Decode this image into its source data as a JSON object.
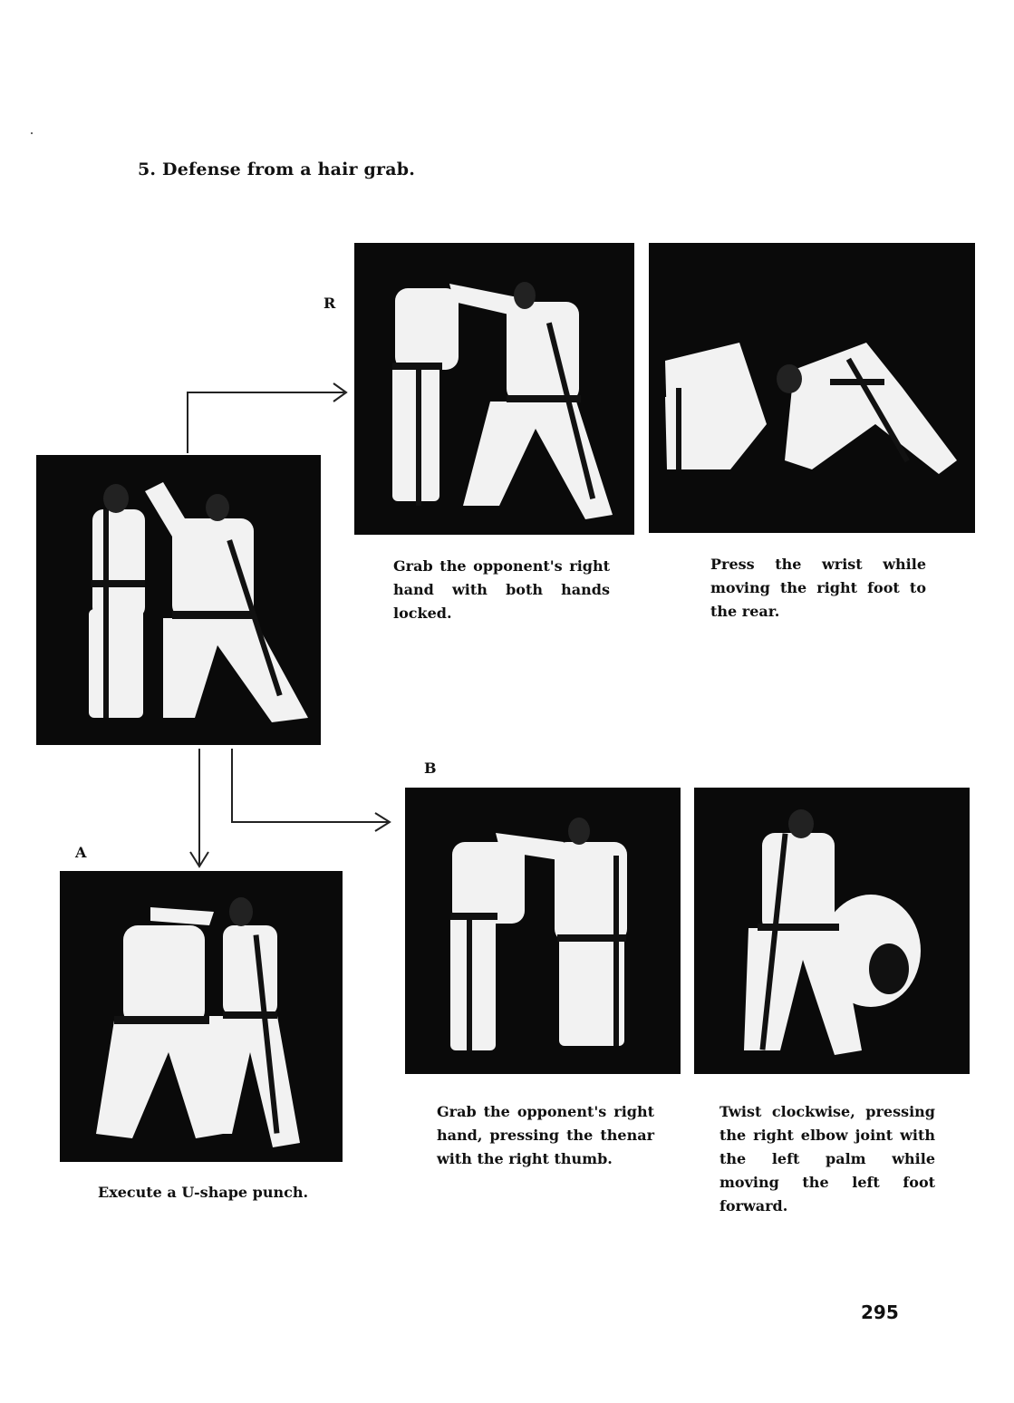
{
  "heading": "5. Defense from a hair grab.",
  "labels": {
    "r": "R",
    "a": "A",
    "b": "B"
  },
  "captions": {
    "r1": "Grab the opponent's right hand with both hands locked.",
    "r2": "Press the wrist while moving the right foot to the rear.",
    "a1": "Execute a U-shape punch.",
    "b1": "Grab the opponent's right hand, pressing the thenar with the right thumb.",
    "b2": "Twist clockwise, pressing the right elbow joint with the left palm while moving the left foot forward."
  },
  "page_number": "295",
  "colors": {
    "photo_bg": "#0a0a0a",
    "uniform": "#f2f2f2",
    "belt": "#111111",
    "arrow": "#222222"
  }
}
